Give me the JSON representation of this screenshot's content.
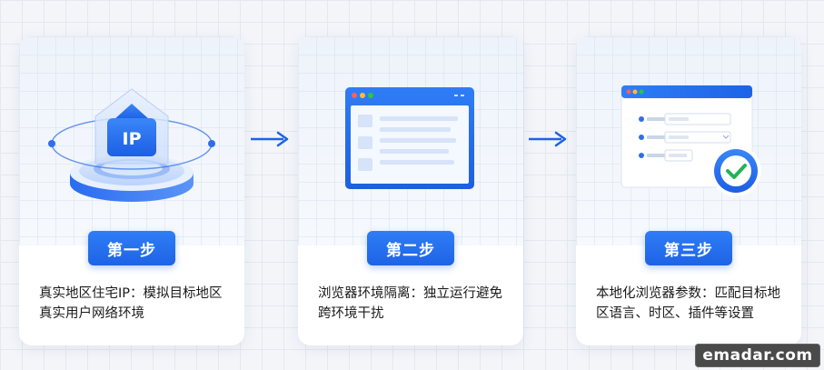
{
  "steps": [
    {
      "badge": "第一步",
      "description": "真实地区住宅IP：模拟目标地区真实用户网络环境",
      "icon": "ip-house-icon",
      "icon_text": "IP"
    },
    {
      "badge": "第二步",
      "description": "浏览器环境隔离：独立运行避免跨环境干扰",
      "icon": "browser-window-icon"
    },
    {
      "badge": "第三步",
      "description": "本地化浏览器参数：匹配目标地区语言、时区、插件等设置",
      "icon": "settings-check-icon"
    }
  ],
  "watermark": "emadar.com",
  "colors": {
    "accent": "#1e63e6",
    "accent_light": "#2f7df6",
    "check_green": "#22b35a",
    "background": "#f3f5f9"
  }
}
